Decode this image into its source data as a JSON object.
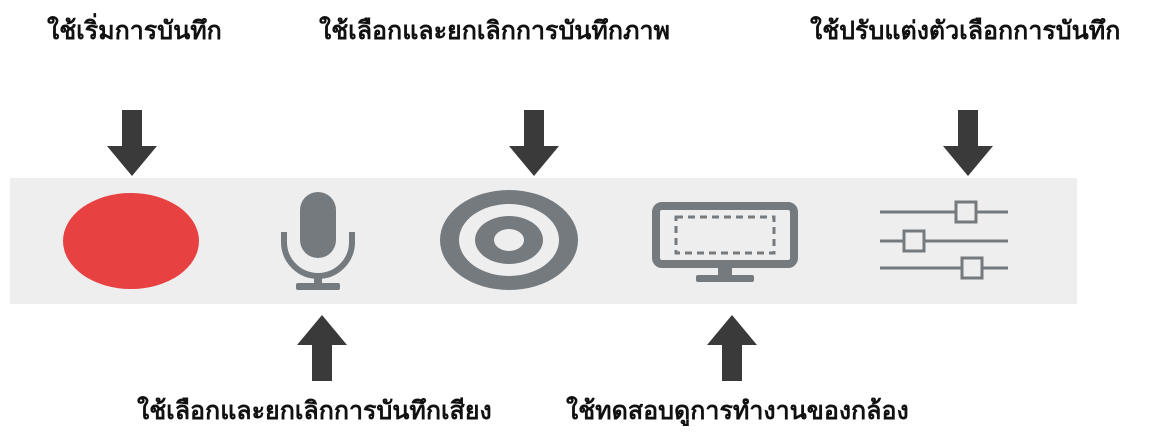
{
  "annotations": {
    "record": "ใช้เริ่มการบันทึก",
    "webcam": "ใช้เลือกและยกเลิกการบันทึกภาพ",
    "settings": "ใช้ปรับแต่งตัวเลือกการบันทึก",
    "microphone": "ใช้เลือกและยกเลิกการบันทึกเสียง",
    "screen_test": "ใช้ทดสอบดูการทำงานของกล้อง"
  },
  "colors": {
    "toolbar_bg": "#eeeeee",
    "record_red": "#e84142",
    "icon_gray": "#757a7e",
    "arrow": "#3a3a3a"
  },
  "toolbar": {
    "tools": [
      {
        "id": "record",
        "icon": "record-circle-icon"
      },
      {
        "id": "microphone",
        "icon": "microphone-icon"
      },
      {
        "id": "webcam",
        "icon": "webcam-target-icon"
      },
      {
        "id": "screen",
        "icon": "monitor-icon"
      },
      {
        "id": "settings",
        "icon": "sliders-icon"
      }
    ]
  }
}
